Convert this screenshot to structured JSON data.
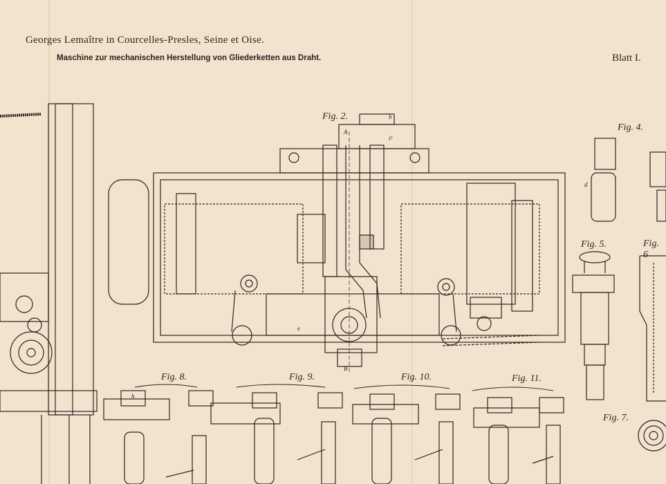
{
  "header": {
    "author_line": "Georges Lemaître in Courcelles-Presles, Seine et Oise.",
    "title": "Maschine zur mechanischen Herstellung von Gliederketten aus Draht.",
    "sheet": "Blatt I."
  },
  "figures": {
    "fig2": "Fig. 2.",
    "fig4": "Fig. 4.",
    "fig5": "Fig. 5.",
    "fig6": "Fig. 6",
    "fig7": "Fig. 7.",
    "fig8": "Fig. 8.",
    "fig9": "Fig. 9.",
    "fig10": "Fig. 10.",
    "fig11": "Fig. 11."
  },
  "labels": {
    "a": "A",
    "b": "B",
    "small_b": "b",
    "i2": "i²",
    "e": "e",
    "h": "h",
    "d": "d"
  },
  "colors": {
    "paper": "#f2e3cf",
    "ink": "#2a2420"
  }
}
